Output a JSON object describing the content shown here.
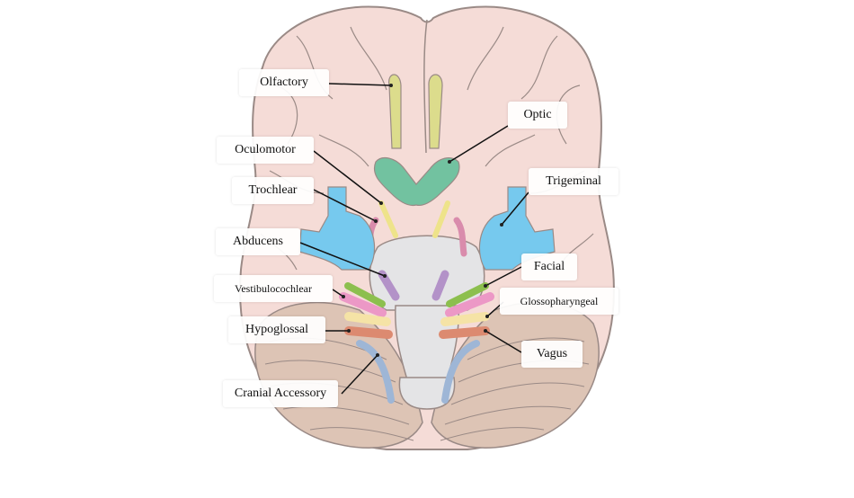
{
  "labels": {
    "olfactory": "Olfactory",
    "optic": "Optic",
    "oculomotor": "Oculomotor",
    "trochlear": "Trochlear",
    "trigeminal": "Trigeminal",
    "abducens": "Abducens",
    "facial": "Facial",
    "vestibulocochlear": "Vestibulocochlear",
    "glossopharyngeal": "Glossopharyngeal",
    "hypoglossal": "Hypoglossal",
    "vagus": "Vagus",
    "cranial_accessory": "Cranial Accessory"
  },
  "colors": {
    "brain": "#f5dcd7",
    "brain_outline": "#9a8a86",
    "cerebellum": "#ddc4b5",
    "brainstem": "#e4e4e6",
    "olfactory": "#dcdc8c",
    "optic": "#72c2a0",
    "oculomotor": "#eee38a",
    "trochlear": "#d98cac",
    "trigeminal": "#76c9ee",
    "abducens": "#b392c8",
    "facial": "#8cbf4e",
    "vestibulocochlear": "#ec98c6",
    "glossopharyngeal": "#f5e3a6",
    "vagus": "#dc8a70",
    "hypoglossal": "#dc8a70",
    "accessory": "#9eb6d6"
  }
}
